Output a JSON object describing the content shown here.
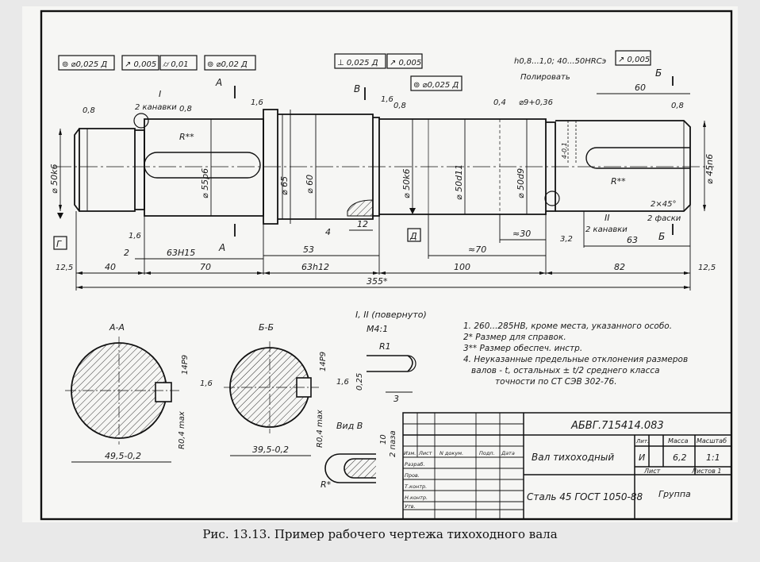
{
  "caption": "Рис. 13.13. Пример рабочего чертежа тихоходного вала",
  "tolerance_frames": {
    "f1": "⊚ ⌀0,025 Д",
    "f2": "↗ 0,005",
    "f3": "⌭ 0,01",
    "f4": "⊚ ⌀0,02 Д",
    "f5": "⊥ 0,025 Д",
    "f6": "↗ 0,005",
    "f7": "⊚ ⌀0,025 Д",
    "f8": "↗ 0,005"
  },
  "shaft_labels": {
    "hardness": "h0,8...1,0; 40...50HRCэ",
    "polish": "Полировать",
    "ra_polish": "0,4",
    "groove_dia": "⌀9+0,36",
    "grooves_left": "2 канавки",
    "grooves_right": "2 канавки",
    "detail_one": "I",
    "detail_two": "II",
    "section_a": "А",
    "section_b": "Б",
    "view_v": "В",
    "datum_g": "Г",
    "datum_d": "Д",
    "radius_left": "R**",
    "radius_right": "R**",
    "chamfer": "2×45°",
    "chamfers": "2 фаски",
    "rough_08a": "0,8",
    "rough_08b": "0,8",
    "rough_08c": "0,8",
    "rough_08d": "0,8",
    "rough_16a": "1,6",
    "rough_16b": "1,6",
    "rough_16c": "1,6",
    "rough_32": "3,2",
    "rough_125a": "12,5",
    "rough_125b": "12,5"
  },
  "diameters": {
    "d50k6": "⌀ 50k6",
    "d55p6": "⌀ 55p6",
    "d65": "⌀ 65",
    "d60": "⌀ 60",
    "d50k6b": "⌀ 50k6",
    "d50d11": "⌀ 50d11",
    "d50d9": "⌀ 50d9",
    "d45n6": "⌀ 45n6",
    "keyway_depth": "4-0,1"
  },
  "dimensions": {
    "d2": "2",
    "d63h15": "63H15",
    "d40": "40",
    "d70": "70",
    "d53": "53",
    "d4": "4",
    "d12": "12",
    "d63h12": "63h12",
    "d_approx70": "≈70",
    "d_approx30": "≈30",
    "d100": "100",
    "d63": "63",
    "d82": "82",
    "d60": "60",
    "d355": "355*"
  },
  "sections": {
    "aa_title": "А-А",
    "bb_title": "Б-Б",
    "aa_width": "14P9",
    "aa_depth": "49,5-0,2",
    "aa_radius": "R0,4 max",
    "aa_rough": "1,6",
    "bb_width": "14P9",
    "bb_depth": "39,5-0,2",
    "bb_radius": "R0,4 max",
    "bb_rough": "1,6",
    "detail_title": "I, II (повернуто)",
    "detail_scale": "М4:1",
    "detail_r": "R1",
    "detail_w": "3",
    "detail_h": "0,25",
    "view_title": "Вид В",
    "view_w": "2 паза",
    "view_h": "10",
    "view_r": "R*"
  },
  "notes": [
    "1. 260...285HB, кроме места, указанного особо.",
    "2* Размер для справок.",
    "3** Размер обеспеч. инстр.",
    "4. Неуказанные предельные отклонения размеров",
    "валов - t, остальных ± t/2 среднего класса",
    "точности по СТ СЭВ 302-76."
  ],
  "title_block": {
    "designation": "АБВГ.715414.083",
    "name": "Вал тихоходный",
    "material": "Сталь 45 ГОСТ 1050-88",
    "group": "Группа",
    "lit_label": "Лит.",
    "mass_label": "Масса",
    "scale_label": "Масштаб",
    "lit_value": "И",
    "mass_value": "6,2",
    "scale_value": "1:1",
    "sheet_label": "Лист",
    "sheets_label": "Листов 1",
    "rows": [
      "Изм.",
      "Лист",
      "N докум.",
      "Подп.",
      "Дата"
    ],
    "roles": [
      "Разраб.",
      "Пров.",
      "Т.контр.",
      "Н.контр.",
      "Утв."
    ]
  }
}
